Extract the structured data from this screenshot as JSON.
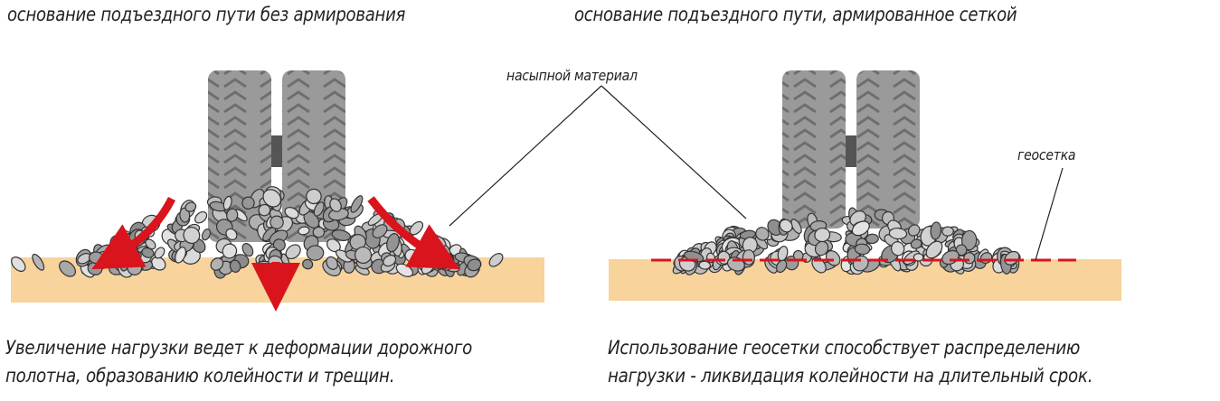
{
  "left_panel": {
    "title": "основание подъездного пути без армирования",
    "caption_line1": "Увеличение нагрузки ведет к деформации дорожного",
    "caption_line2": "полотна, образованию колейности и трещин."
  },
  "right_panel": {
    "title": "основание подъездного пути, армированное сеткой",
    "caption_line1": "Использование геосетки способствует распределению",
    "caption_line2": "нагрузки - ликвидация колейности на длительный срок."
  },
  "labels": {
    "fill_material": "насыпной материал",
    "geogrid": "геосетка"
  },
  "colors": {
    "ground": "#f8d39c",
    "tire": "#8a8a8a",
    "arrow": "#d9141c",
    "geogrid": "#d9141c"
  }
}
